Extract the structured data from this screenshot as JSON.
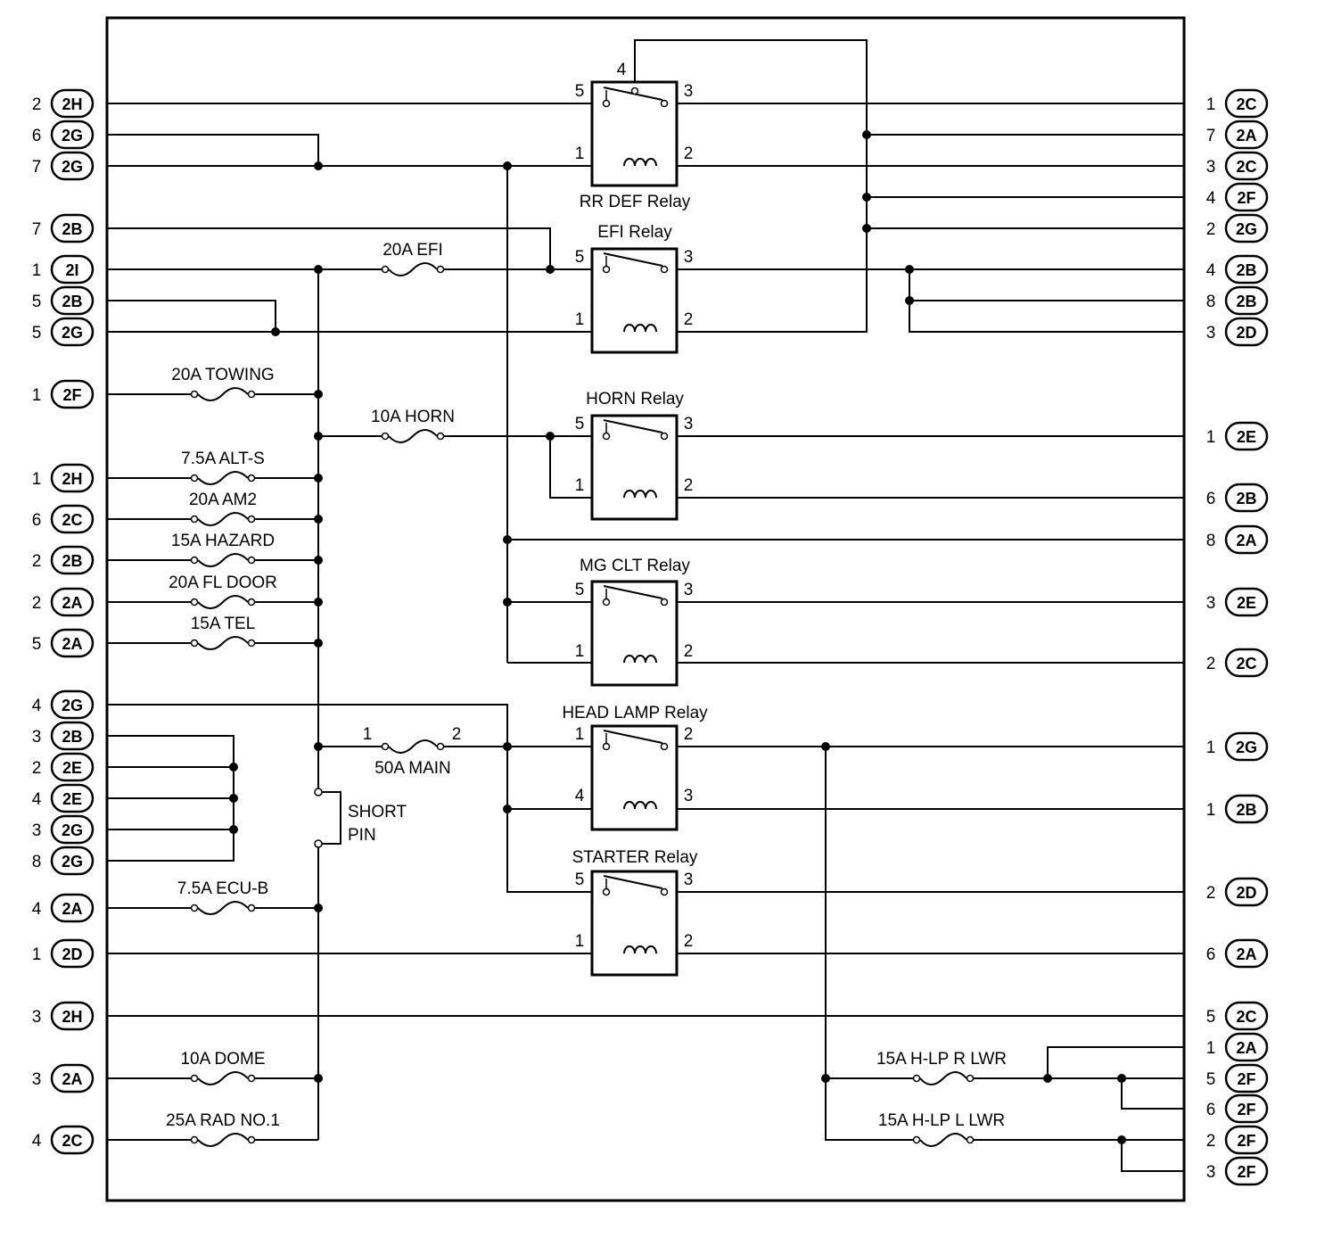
{
  "left_connectors": [
    {
      "pin": "2",
      "conn": "2H"
    },
    {
      "pin": "6",
      "conn": "2G"
    },
    {
      "pin": "7",
      "conn": "2G"
    },
    {
      "pin": "7",
      "conn": "2B"
    },
    {
      "pin": "1",
      "conn": "2I"
    },
    {
      "pin": "5",
      "conn": "2B"
    },
    {
      "pin": "5",
      "conn": "2G"
    },
    {
      "pin": "1",
      "conn": "2F"
    },
    {
      "pin": "1",
      "conn": "2H"
    },
    {
      "pin": "6",
      "conn": "2C"
    },
    {
      "pin": "2",
      "conn": "2B"
    },
    {
      "pin": "2",
      "conn": "2A"
    },
    {
      "pin": "5",
      "conn": "2A"
    },
    {
      "pin": "4",
      "conn": "2G"
    },
    {
      "pin": "3",
      "conn": "2B"
    },
    {
      "pin": "2",
      "conn": "2E"
    },
    {
      "pin": "4",
      "conn": "2E"
    },
    {
      "pin": "3",
      "conn": "2G"
    },
    {
      "pin": "8",
      "conn": "2G"
    },
    {
      "pin": "4",
      "conn": "2A"
    },
    {
      "pin": "1",
      "conn": "2D"
    },
    {
      "pin": "3",
      "conn": "2H"
    },
    {
      "pin": "3",
      "conn": "2A"
    },
    {
      "pin": "4",
      "conn": "2C"
    }
  ],
  "right_connectors": [
    {
      "pin": "1",
      "conn": "2C"
    },
    {
      "pin": "7",
      "conn": "2A"
    },
    {
      "pin": "3",
      "conn": "2C"
    },
    {
      "pin": "4",
      "conn": "2F"
    },
    {
      "pin": "2",
      "conn": "2G"
    },
    {
      "pin": "4",
      "conn": "2B"
    },
    {
      "pin": "8",
      "conn": "2B"
    },
    {
      "pin": "3",
      "conn": "2D"
    },
    {
      "pin": "1",
      "conn": "2E"
    },
    {
      "pin": "6",
      "conn": "2B"
    },
    {
      "pin": "8",
      "conn": "2A"
    },
    {
      "pin": "3",
      "conn": "2E"
    },
    {
      "pin": "2",
      "conn": "2C"
    },
    {
      "pin": "1",
      "conn": "2G"
    },
    {
      "pin": "1",
      "conn": "2B"
    },
    {
      "pin": "2",
      "conn": "2D"
    },
    {
      "pin": "6",
      "conn": "2A"
    },
    {
      "pin": "5",
      "conn": "2C"
    },
    {
      "pin": "1",
      "conn": "2A"
    },
    {
      "pin": "5",
      "conn": "2F"
    },
    {
      "pin": "6",
      "conn": "2F"
    },
    {
      "pin": "2",
      "conn": "2F"
    },
    {
      "pin": "3",
      "conn": "2F"
    }
  ],
  "fuses": [
    {
      "label": "20A EFI"
    },
    {
      "label": "20A TOWING"
    },
    {
      "label": "10A HORN"
    },
    {
      "label": "7.5A ALT-S"
    },
    {
      "label": "20A AM2"
    },
    {
      "label": "15A HAZARD"
    },
    {
      "label": "20A FL DOOR"
    },
    {
      "label": "15A TEL"
    },
    {
      "label": "50A MAIN",
      "pin_left": "1",
      "pin_right": "2"
    },
    {
      "label": "7.5A ECU-B"
    },
    {
      "label": "10A DOME"
    },
    {
      "label": "25A RAD NO.1"
    },
    {
      "label": "15A H-LP R LWR"
    },
    {
      "label": "15A H-LP L LWR"
    }
  ],
  "relays": [
    {
      "name": "RR DEF Relay",
      "pins": [
        "5",
        "3",
        "1",
        "2"
      ],
      "extra_pin": "4"
    },
    {
      "name": "EFI Relay",
      "pins": [
        "5",
        "3",
        "1",
        "2"
      ]
    },
    {
      "name": "HORN Relay",
      "pins": [
        "5",
        "3",
        "1",
        "2"
      ]
    },
    {
      "name": "MG CLT Relay",
      "pins": [
        "5",
        "3",
        "1",
        "2"
      ]
    },
    {
      "name": "HEAD LAMP Relay",
      "pins": [
        "1",
        "2",
        "4",
        "3"
      ]
    },
    {
      "name": "STARTER Relay",
      "pins": [
        "5",
        "3",
        "1",
        "2"
      ]
    }
  ],
  "short_pin": {
    "line1": "SHORT",
    "line2": "PIN"
  }
}
